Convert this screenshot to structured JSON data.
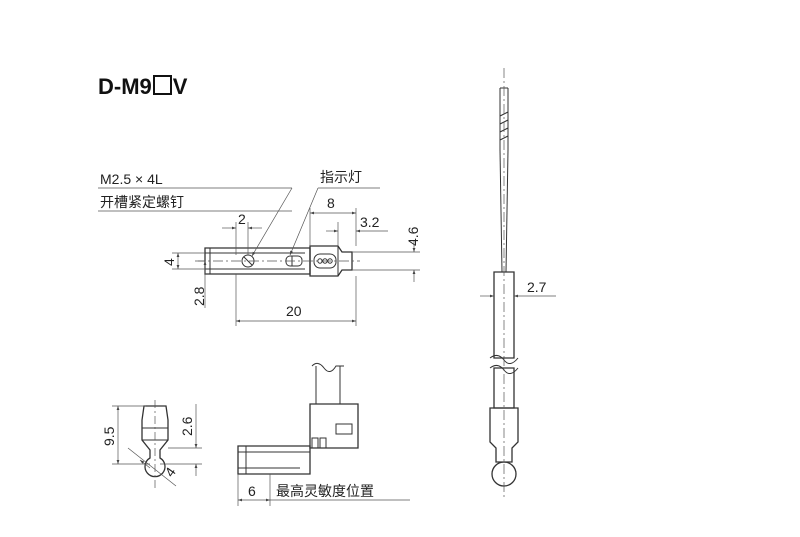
{
  "model": {
    "prefix": "D-M9",
    "suffix": "V"
  },
  "labels": {
    "screw_spec": "M2.5 × 4L",
    "screw_name": "开槽紧定螺钉",
    "indicator": "指示灯",
    "max_sensitivity": "最高灵敏度位置"
  },
  "dimensions": {
    "d_2": "2",
    "d_8": "8",
    "d_3_2": "3.2",
    "d_4_6": "4.6",
    "d_4": "4",
    "d_2_8": "2.8",
    "d_20": "20",
    "d_9_5": "9.5",
    "d_2_6": "2.6",
    "d_4b": "4",
    "d_6": "6",
    "d_2_7": "2.7"
  }
}
